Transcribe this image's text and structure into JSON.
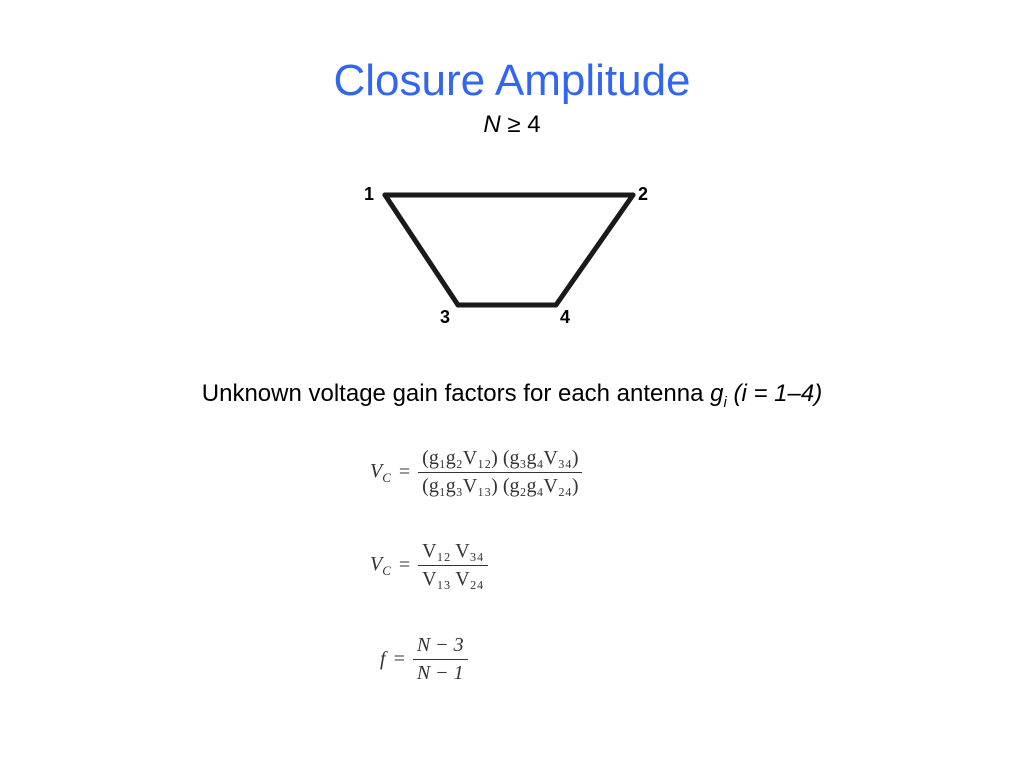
{
  "slide": {
    "title": "Closure Amplitude",
    "subtitle_var": "N",
    "subtitle_rest": " ≥ 4"
  },
  "diagram": {
    "nodes": [
      {
        "id": "1",
        "label": "1"
      },
      {
        "id": "2",
        "label": "2"
      },
      {
        "id": "3",
        "label": "3"
      },
      {
        "id": "4",
        "label": "4"
      }
    ],
    "edges": [
      {
        "from": "1",
        "to": "2"
      },
      {
        "from": "2",
        "to": "4"
      },
      {
        "from": "4",
        "to": "3"
      },
      {
        "from": "3",
        "to": "1"
      }
    ],
    "stroke_color": "#1a1a1a"
  },
  "description": {
    "text": "Unknown voltage gain factors for each antenna ",
    "var": "g",
    "var_sub": "i",
    "range": " (i = 1–4)"
  },
  "equations": {
    "eq1": {
      "lhs": "V",
      "lhs_sub": "C",
      "rel": " = ",
      "numerator": "(g₁g₂V₁₂) (g₃g₄V₃₄)",
      "denominator": "(g₁g₃V₁₃) (g₂g₄V₂₄)"
    },
    "eq2": {
      "lhs": "V",
      "lhs_sub": "C",
      "rel": " = ",
      "numerator": "V₁₂ V₃₄",
      "denominator": "V₁₃ V₂₄"
    },
    "eq3": {
      "lhs": "f",
      "rel": " = ",
      "numerator": "N − 3",
      "denominator": "N − 1"
    }
  },
  "colors": {
    "title": "#3366ee",
    "text": "#000000",
    "equation": "#333333"
  }
}
